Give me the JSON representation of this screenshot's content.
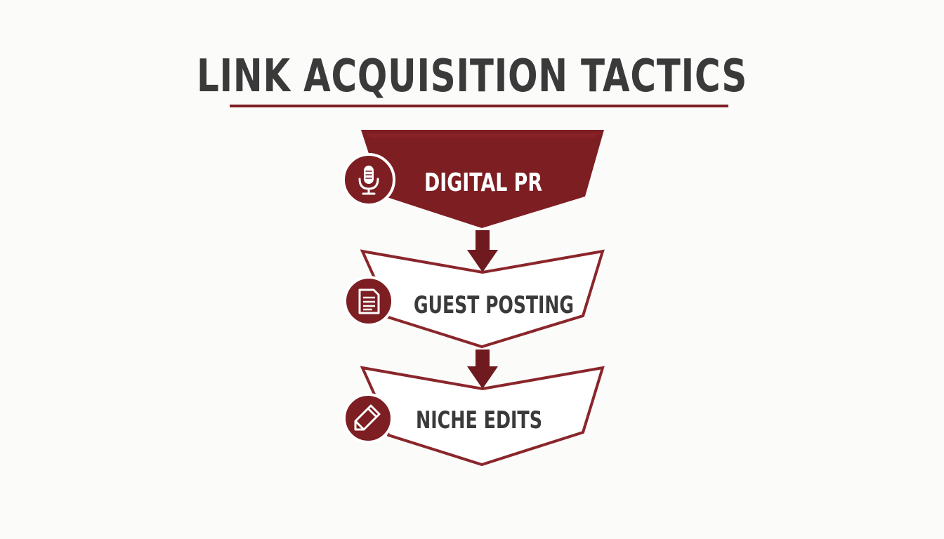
{
  "title": "LINK ACQUISITION TACTICS",
  "colors": {
    "accent": "#7d1e22",
    "text_dark": "#3a3a3a",
    "text_light": "#ffffff",
    "background": "#fbfbfa"
  },
  "steps": [
    {
      "label": "DIGITAL PR",
      "icon": "microphone-icon",
      "highlighted": true
    },
    {
      "label": "GUEST POSTING",
      "icon": "document-icon",
      "highlighted": false
    },
    {
      "label": "NICHE EDITS",
      "icon": "pencil-icon",
      "highlighted": false
    }
  ]
}
